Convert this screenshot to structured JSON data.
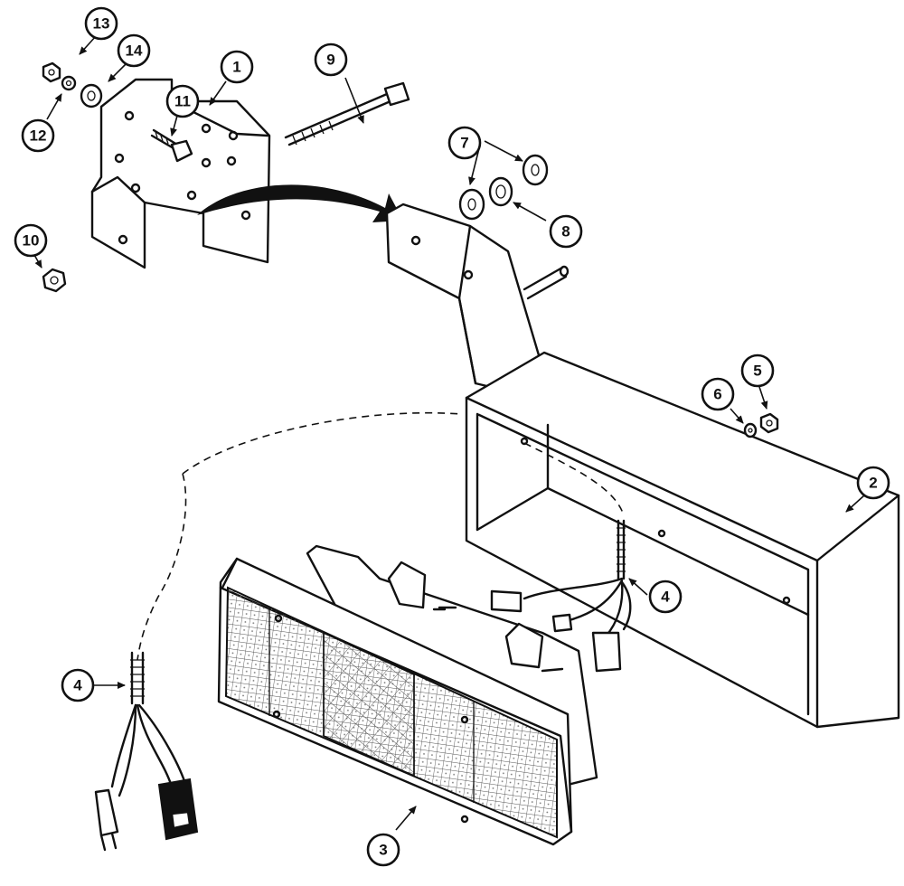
{
  "callouts": [
    {
      "id": "c1",
      "label": "1"
    },
    {
      "id": "c2",
      "label": "2"
    },
    {
      "id": "c3",
      "label": "3"
    },
    {
      "id": "c4a",
      "label": "4"
    },
    {
      "id": "c4b",
      "label": "4"
    },
    {
      "id": "c5",
      "label": "5"
    },
    {
      "id": "c6",
      "label": "6"
    },
    {
      "id": "c7",
      "label": "7"
    },
    {
      "id": "c8",
      "label": "8"
    },
    {
      "id": "c9",
      "label": "9"
    },
    {
      "id": "c10",
      "label": "10"
    },
    {
      "id": "c11",
      "label": "11"
    },
    {
      "id": "c12",
      "label": "12"
    },
    {
      "id": "c13",
      "label": "13"
    },
    {
      "id": "c14",
      "label": "14"
    }
  ]
}
